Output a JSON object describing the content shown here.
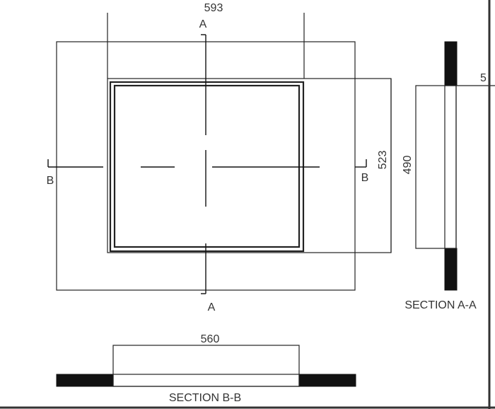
{
  "dimensions": {
    "top_width": "593",
    "right_height": "523",
    "section_height": "490",
    "section_thickness": "5",
    "bottom_width": "560"
  },
  "section_markers": {
    "a_top": "A",
    "a_bottom": "A",
    "b_left": "B",
    "b_right": "B"
  },
  "section_titles": {
    "aa": "SECTION  A-A",
    "bb": "SECTION  B-B"
  },
  "colors": {
    "ink": "#222222",
    "solid_fill": "#111111",
    "background": "#ffffff",
    "frame_edge": "#333333"
  }
}
